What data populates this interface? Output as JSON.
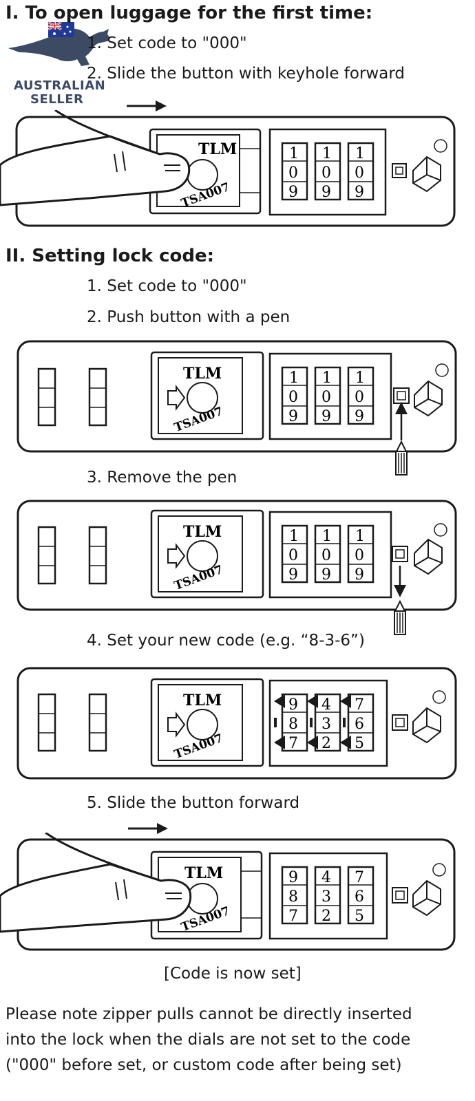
{
  "badge": {
    "line1": "AUSTRALIAN",
    "line2": "SELLER"
  },
  "section1": {
    "heading": "I.  To open luggage for the first time:",
    "steps": [
      "1. Set code to \"000\"",
      "2. Slide the button with keyhole forward"
    ]
  },
  "section2": {
    "heading": "II.  Setting lock code:",
    "steps": [
      "1. Set code to \"000\"",
      "2. Push button with a pen",
      "3. Remove the pen",
      "4. Set your new code (e.g. “8-3-6”)",
      "5. Slide the button forward"
    ]
  },
  "lock": {
    "brand": "TLM",
    "model": "TSA007"
  },
  "dials": {
    "zero": [
      [
        "1",
        "0",
        "9"
      ],
      [
        "1",
        "0",
        "9"
      ],
      [
        "1",
        "0",
        "9"
      ]
    ],
    "custom": [
      [
        "9",
        "8",
        "7"
      ],
      [
        "4",
        "3",
        "2"
      ],
      [
        "7",
        "6",
        "5"
      ]
    ]
  },
  "footer": {
    "status": "[Code is now set]",
    "note_lines": [
      "Please note zipper pulls cannot be directly inserted",
      "into the lock when the dials are not set to the code",
      "(\"000\" before set, or custom code after being set)"
    ]
  },
  "colors": {
    "ink": "#1a1a1a",
    "badge": "#3d4a63",
    "flag_blue": "#1f3a93",
    "flag_red": "#d52b1e"
  },
  "icons": [
    "kangaroo-icon",
    "australian-flag-icon",
    "finger-icon",
    "pen-icon",
    "arrow-icon",
    "registered-icon"
  ]
}
